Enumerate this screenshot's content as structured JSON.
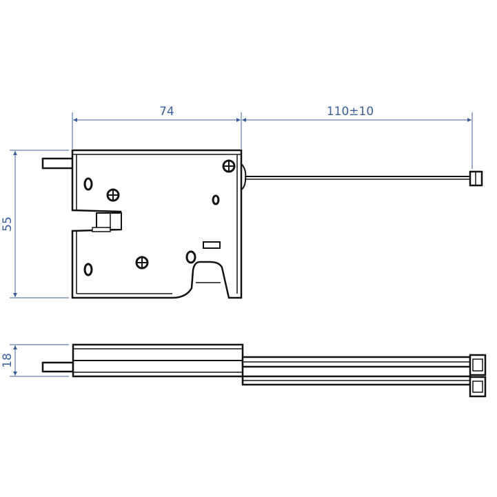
{
  "colors": {
    "outline": "#111111",
    "dimension": "#3a5f9a"
  },
  "dimensions": {
    "width_top": "74",
    "wire_length": "110±10",
    "height_top": "55",
    "thickness_side": "18"
  }
}
